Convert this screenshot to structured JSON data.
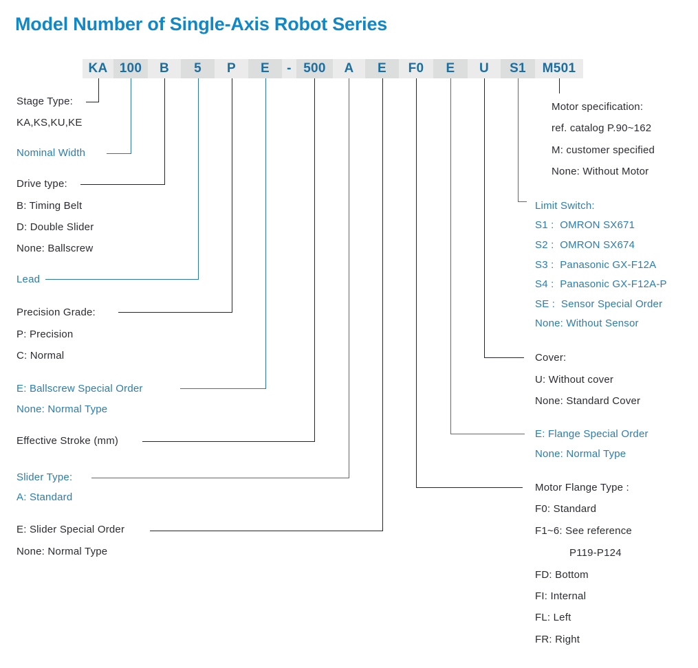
{
  "title": "Model Number of Single-Axis Robot Series",
  "colors": {
    "title_blue": "#1187c5",
    "code_text_blue": "#1c6e9f",
    "label_dark": "#2b2b33",
    "label_blue": "#2b7cb0",
    "line_dark": "#23232b",
    "line_blue": "#2879a8",
    "segment_box_light": "#ebebeb",
    "segment_box_dark": "#dcdddd"
  },
  "model_code": {
    "segments": [
      "KA",
      "100",
      "B",
      "5",
      "P",
      "E",
      "-",
      "500",
      "A",
      "E",
      "F0",
      "E",
      "U",
      "S1",
      "M501"
    ]
  },
  "left": {
    "stage_type": {
      "label": "Stage Type:",
      "value": "KA,KS,KU,KE"
    },
    "nominal_width": {
      "label": "Nominal Width"
    },
    "drive_type": {
      "label": "Drive type:",
      "b": "B: Timing Belt",
      "d": "D: Double Slider",
      "none": "None: Ballscrew"
    },
    "lead": {
      "label": "Lead"
    },
    "precision": {
      "label": "Precision Grade:",
      "p": "P: Precision",
      "c": "C: Normal"
    },
    "ballscrew": {
      "e": "E: Ballscrew Special Order",
      "none": "None: Normal Type"
    },
    "stroke": {
      "label": "Effective Stroke (mm)"
    },
    "slider_type": {
      "label": "Slider Type:",
      "a": "A: Standard"
    },
    "slider_special": {
      "e": "E: Slider Special Order",
      "none": "None: Normal Type"
    }
  },
  "right": {
    "motor_spec": {
      "label": "Motor specification:",
      "ref": "ref. catalog P.90~162",
      "m": "M: customer specified",
      "none": "None: Without Motor"
    },
    "limit_switch": {
      "label": "Limit Switch:",
      "s1": "S1 :  OMRON SX671",
      "s2": "S2 :  OMRON SX674",
      "s3": "S3 :  Panasonic GX-F12A",
      "s4": "S4 :  Panasonic GX-F12A-P",
      "se": "SE :  Sensor Special Order",
      "none": "None: Without Sensor"
    },
    "cover": {
      "label": "Cover:",
      "u": "U: Without cover",
      "none": "None: Standard Cover"
    },
    "flange": {
      "e": "E: Flange Special Order",
      "none": "None: Normal Type"
    },
    "motor_flange": {
      "label": "Motor Flange Type :",
      "f0": "F0: Standard",
      "f16": "F1~6: See reference",
      "p119": "P119-P124",
      "fd": "FD: Bottom",
      "fi": "FI: Internal",
      "fl": "FL: Left",
      "fr": "FR: Right"
    }
  }
}
